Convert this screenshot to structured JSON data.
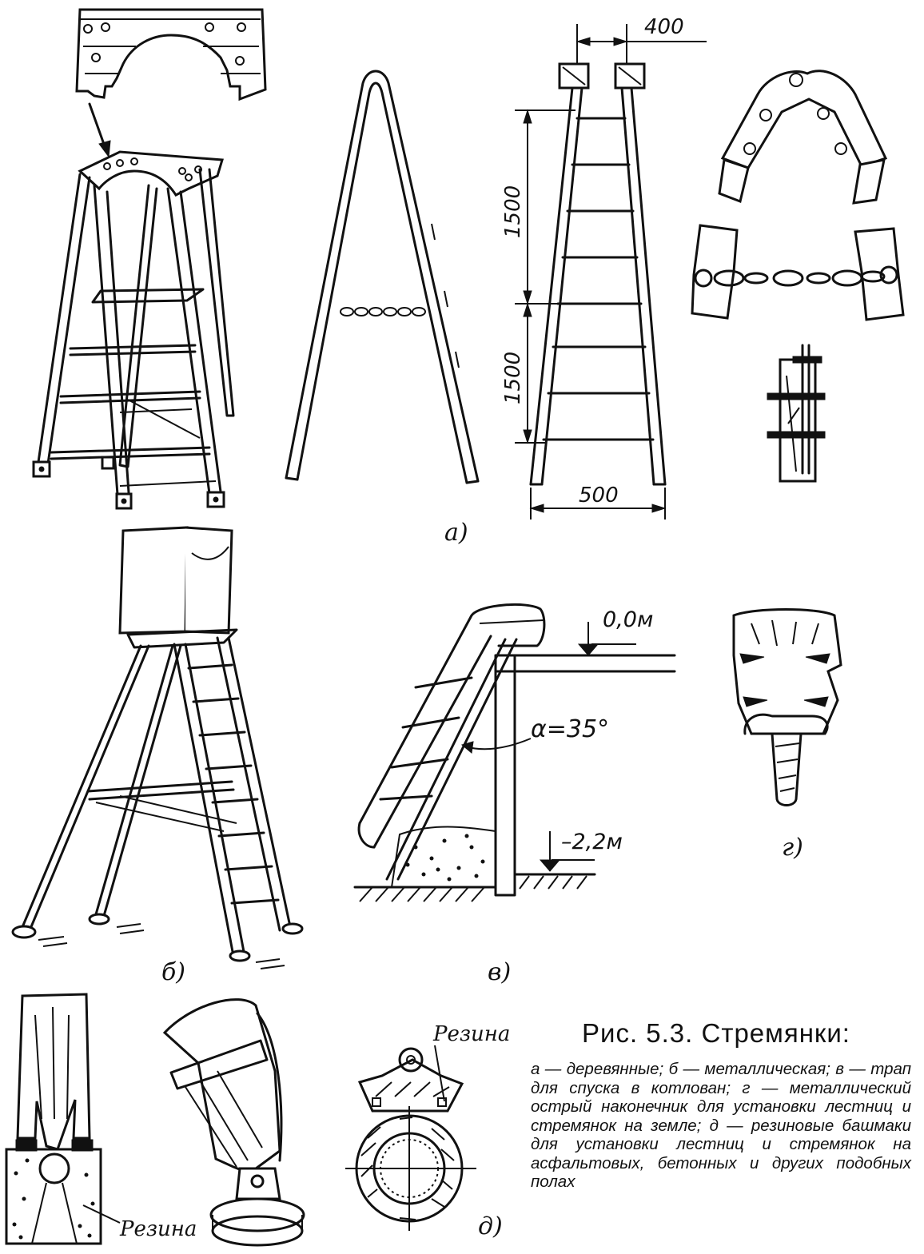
{
  "figure": {
    "title": "Рис. 5.3. Стремянки:",
    "description": "а — деревянные; б — металлическая; в — трап для спуска в котлован; г — металлический острый наконечник для установки лестниц и стремянок на земле; д — резиновые башмаки для установки лестниц и стремянок на асфальтовых, бетонных и других подобных полах"
  },
  "panel_labels": {
    "a": "а)",
    "b": "б)",
    "v": "в)",
    "g": "г)",
    "d": "д)"
  },
  "dimensions": {
    "top_width": "400",
    "bottom_width": "500",
    "section_upper": "1500",
    "section_lower": "1500"
  },
  "levels": {
    "top": "0,0м",
    "bottom": "–2,2м",
    "angle": "α=35°"
  },
  "materials": {
    "rubber_left": "Резина",
    "rubber_right": "Резина"
  }
}
